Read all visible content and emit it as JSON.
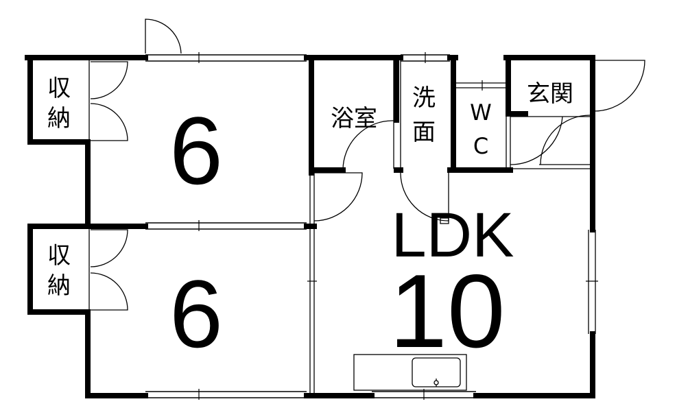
{
  "colors": {
    "wall": "#000000",
    "background": "#ffffff",
    "line": "#000000"
  },
  "rooms": {
    "storage_top": {
      "line1": "収",
      "line2": "納"
    },
    "storage_bottom": {
      "line1": "収",
      "line2": "納"
    },
    "room_top": {
      "size": "6"
    },
    "room_bottom": {
      "size": "6"
    },
    "bath": {
      "label": "浴室"
    },
    "washroom": {
      "line1": "洗",
      "line2": "面"
    },
    "wc": {
      "line1": "W",
      "line2": "C"
    },
    "entrance": {
      "label": "玄関"
    },
    "ldk": {
      "label": "LDK",
      "size": "10"
    }
  }
}
